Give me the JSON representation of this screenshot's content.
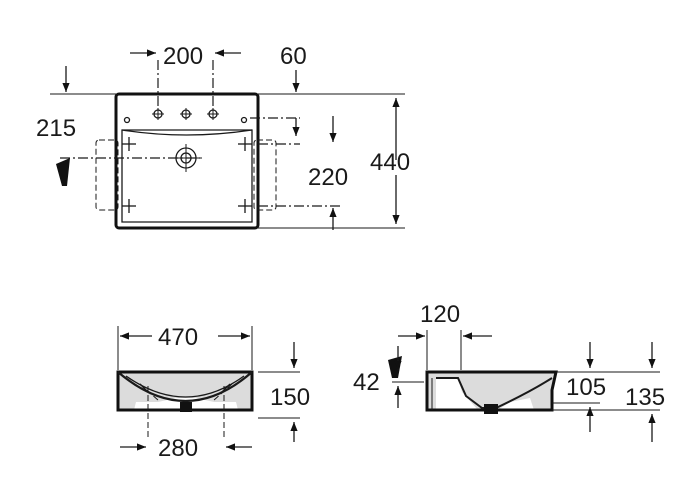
{
  "top_view": {
    "width_holes": "200",
    "offset_right": "60",
    "depth_left": "215",
    "bracket_spacing": "220",
    "total_depth": "440"
  },
  "front_view": {
    "total_width": "470",
    "height": "150",
    "bracket_width": "280"
  },
  "side_view": {
    "offset_top": "120",
    "wall_gap": "42",
    "bowl_depth": "105",
    "total_height": "135"
  }
}
